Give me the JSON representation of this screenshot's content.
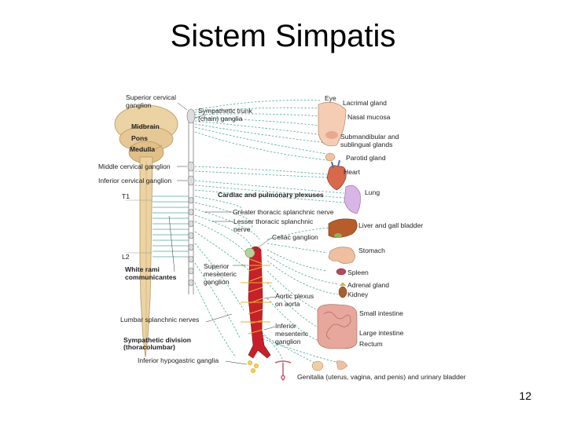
{
  "title": "Sistem Simpatis",
  "page_number": "12",
  "diagram": {
    "cord_labels": {
      "superior_cervical_1": "Superior cervical",
      "superior_cervical_2": "ganglion",
      "midbrain": "Midbrain",
      "pons": "Pons",
      "medulla": "Medulla",
      "middle_cervical": "Middle cervical ganglion",
      "inferior_cervical": "Inferior cervical ganglion",
      "t1": "T1",
      "l2": "L2",
      "white_rami_1": "White rami",
      "white_rami_2": "communicantes",
      "lumbar_splanchnic": "Lumbar splanchnic nerves",
      "division_1": "Sympathetic division",
      "division_2": "(thoracolumbar)",
      "inferior_hypogastric": "Inferior hypogastric ganglia"
    },
    "nerve_labels": {
      "trunk_1": "Sympathetic trunk",
      "trunk_2": "(chain) ganglia",
      "cardiac_plexuses": "Cardiac and pulmonary plexuses",
      "greater_splanchnic": "Greater thoracic splanchnic nerve",
      "lesser_splanchnic_1": "Lesser thoracic splanchnic",
      "lesser_splanchnic_2": "nerve",
      "celiac": "Celiac ganglion",
      "superior_mesenteric_1": "Superior",
      "superior_mesenteric_2": "mesenteric",
      "superior_mesenteric_3": "ganglion",
      "aortic_plexus_1": "Aortic plexus",
      "aortic_plexus_2": "on aorta",
      "inferior_mesenteric_1": "Inferior",
      "inferior_mesenteric_2": "mesenteric",
      "inferior_mesenteric_3": "ganglion"
    },
    "organ_labels": {
      "eye": "Eye",
      "lacrimal": "Lacrimal gland",
      "nasal": "Nasal mucosa",
      "submandibular_1": "Submandibular and",
      "submandibular_2": "sublingual glands",
      "parotid": "Parotid gland",
      "heart": "Heart",
      "lung": "Lung",
      "liver": "Liver and gall bladder",
      "stomach": "Stomach",
      "spleen": "Spleen",
      "adrenal": "Adrenal gland",
      "kidney": "Kidney",
      "small_intestine": "Small intestine",
      "large_intestine": "Large intestine",
      "rectum": "Rectum",
      "genitalia": "Genitalia (uterus, vagina, and penis) and urinary bladder"
    },
    "colors": {
      "nerve_teal": "#4fa79a",
      "cord": "#ecd3a4",
      "aorta": "#c8202a",
      "ganglia": "#e0b42c"
    }
  }
}
